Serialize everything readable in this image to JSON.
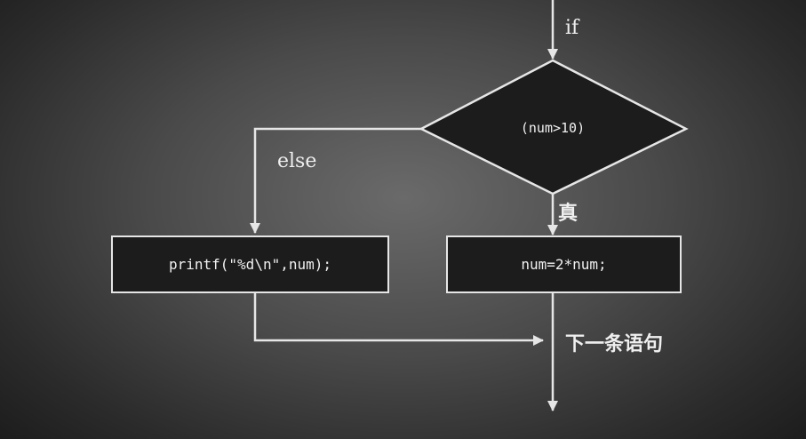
{
  "flowchart": {
    "entry_label": "if",
    "condition": "(num>10)",
    "else_label": "else",
    "true_label": "真",
    "else_statement": "printf(\"%d\\n\",num);",
    "true_statement": "num=2*num;",
    "next_label": "下一条语句"
  },
  "colors": {
    "line": "#e6e6e6",
    "box_fill": "#1c1c1c",
    "text": "#f0f0f0"
  }
}
